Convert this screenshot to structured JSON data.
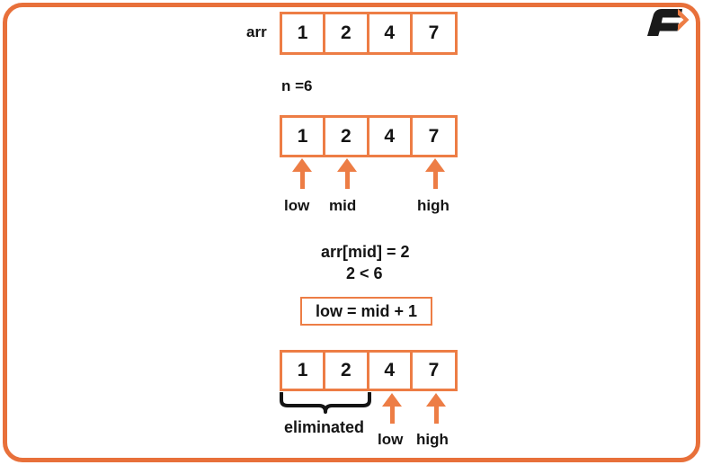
{
  "page": {
    "title": "Binary Search Step Illustration",
    "accent_color": "#E8703A",
    "cell_border_color": "#ED7D45",
    "text_color": "#141414",
    "background": "#ffffff"
  },
  "logo": {
    "name": "f-arrow-logo",
    "letter": "F",
    "letter_color": "#1A1A1A",
    "arrow_color": "#ED7D45"
  },
  "step1": {
    "label": "arr",
    "cells": [
      "1",
      "2",
      "4",
      "7"
    ],
    "target_note": "n =6"
  },
  "step2": {
    "cells": [
      "1",
      "2",
      "4",
      "7"
    ],
    "pointers": [
      {
        "name": "low",
        "label": "low",
        "cell_index": 0
      },
      {
        "name": "mid",
        "label": "mid",
        "cell_index": 1
      },
      {
        "name": "high",
        "label": "high",
        "cell_index": 3
      }
    ]
  },
  "evaluation": {
    "line1": "arr[mid] = 2",
    "line2": "2 < 6",
    "conclusion": "low = mid + 1"
  },
  "step3": {
    "cells": [
      "1",
      "2",
      "4",
      "7"
    ],
    "eliminated_label": "eliminated",
    "eliminated_range": [
      0,
      1
    ],
    "pointers": [
      {
        "name": "low",
        "label": "low",
        "cell_index": 2
      },
      {
        "name": "high",
        "label": "high",
        "cell_index": 3
      }
    ]
  }
}
